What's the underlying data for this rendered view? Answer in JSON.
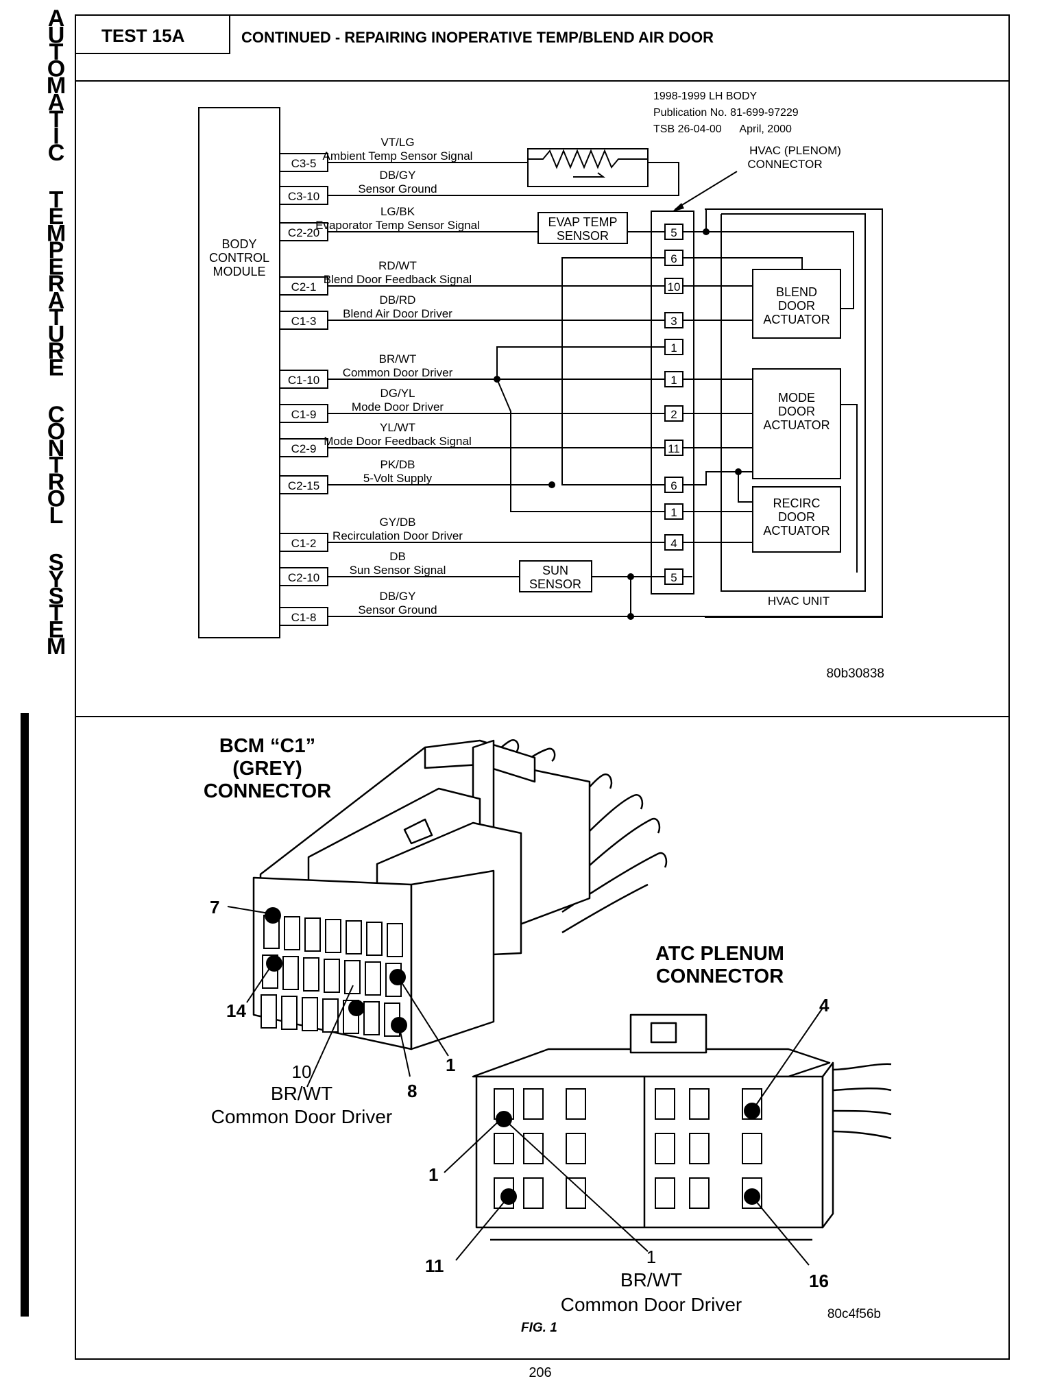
{
  "side_title_words": [
    "AUTOMATIC",
    "TEMPERATURE",
    "CONTROL",
    "SYSTEM"
  ],
  "header": {
    "test_label": "TEST 15A",
    "title": "CONTINUED - REPAIRING INOPERATIVE TEMP/BLEND AIR DOOR"
  },
  "publication": {
    "line1": "1998-1999 LH BODY",
    "line2": "Publication No. 81-699-97229",
    "line3": "TSB 26-04-00      April, 2000"
  },
  "schematic": {
    "module_label": [
      "BODY",
      "CONTROL",
      "MODULE"
    ],
    "hvac_connector_label": [
      "HVAC (PLENOM)",
      "CONNECTOR"
    ],
    "hvac_unit_label": "HVAC UNIT",
    "figure_id": "80b30838",
    "evap_sensor": [
      "EVAP TEMP",
      "SENSOR"
    ],
    "sun_sensor": [
      "SUN",
      "SENSOR"
    ],
    "blend_actuator": [
      "BLEND",
      "DOOR",
      "ACTUATOR"
    ],
    "mode_actuator": [
      "MODE",
      "DOOR",
      "ACTUATOR"
    ],
    "recirc_actuator": [
      "RECIRC",
      "DOOR",
      "ACTUATOR"
    ],
    "circuits": [
      {
        "pin": "C3-5",
        "color": "VT/LG",
        "name": "Ambient Temp Sensor Signal",
        "cavity": ""
      },
      {
        "pin": "C3-10",
        "color": "DB/GY",
        "name": "Sensor Ground",
        "cavity": ""
      },
      {
        "pin": "C2-20",
        "color": "LG/BK",
        "name": "Evaporator Temp Sensor Signal",
        "cavity": "5"
      },
      {
        "pin": "",
        "color": "",
        "name": "",
        "cavity": "6"
      },
      {
        "pin": "C2-1",
        "color": "RD/WT",
        "name": "Blend Door Feedback Signal",
        "cavity": "10"
      },
      {
        "pin": "C1-3",
        "color": "DB/RD",
        "name": "Blend Air Door Driver",
        "cavity": "3"
      },
      {
        "pin": "",
        "color": "",
        "name": "",
        "cavity": "1"
      },
      {
        "pin": "C1-10",
        "color": "BR/WT",
        "name": "Common Door Driver",
        "cavity": "1"
      },
      {
        "pin": "C1-9",
        "color": "DG/YL",
        "name": "Mode Door Driver",
        "cavity": "2"
      },
      {
        "pin": "C2-9",
        "color": "YL/WT",
        "name": "Mode Door Feedback Signal",
        "cavity": "11"
      },
      {
        "pin": "C2-15",
        "color": "PK/DB",
        "name": "5-Volt Supply",
        "cavity": "6"
      },
      {
        "pin": "",
        "color": "",
        "name": "",
        "cavity": "1"
      },
      {
        "pin": "C1-2",
        "color": "GY/DB",
        "name": "Recirculation Door Driver",
        "cavity": "4"
      },
      {
        "pin": "C2-10",
        "color": "DB",
        "name": "Sun Sensor Signal",
        "cavity": "5"
      },
      {
        "pin": "C1-8",
        "color": "DB/GY",
        "name": "Sensor Ground",
        "cavity": ""
      }
    ]
  },
  "connectors": {
    "bcm_title": [
      "BCM “C1”",
      "(GREY)",
      "CONNECTOR"
    ],
    "bcm_pins": {
      "p7": "7",
      "p14": "14",
      "p10": "10",
      "p8": "8",
      "p1": "1"
    },
    "bcm_callout": [
      "BR/WT",
      "Common Door Driver"
    ],
    "atc_title": [
      "ATC PLENUM",
      "CONNECTOR"
    ],
    "atc_pins": {
      "p4": "4",
      "p1": "1",
      "p11": "11",
      "p16": "16",
      "p1b": "1"
    },
    "atc_callout": [
      "BR/WT",
      "Common Door Driver"
    ],
    "figure_id": "80c4f56b",
    "fig_caption": "FIG. 1"
  },
  "page_number": "206"
}
